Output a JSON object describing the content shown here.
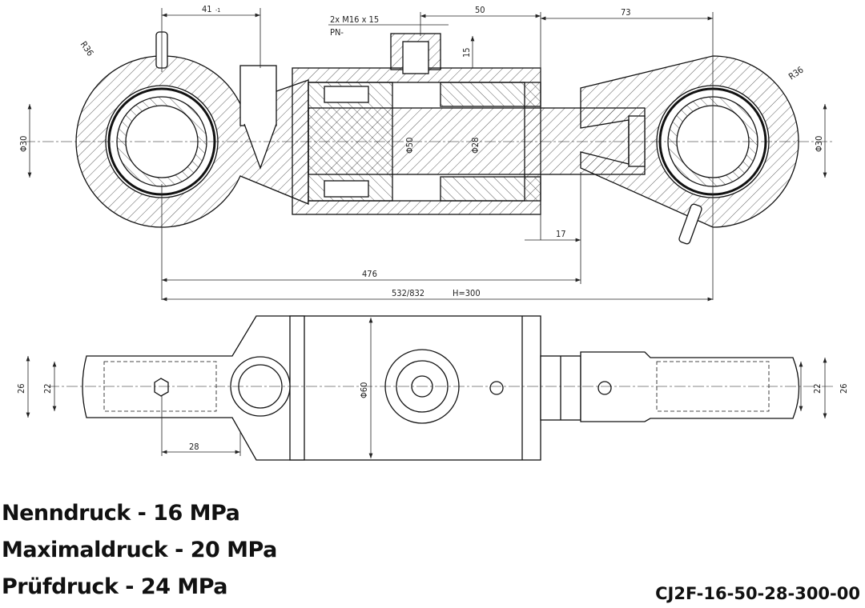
{
  "drawing": {
    "top_view": {
      "dim_41": "41",
      "dim_41_tol": "-1",
      "port_note_1": "2x M16 x 15",
      "port_note_2": "PN-",
      "dim_50": "50",
      "dim_73": "73",
      "radius_left": "R36",
      "radius_right": "R36",
      "dia_left": "Φ30",
      "dia_right": "Φ30",
      "dim_15": "15",
      "dia_piston": "Φ50",
      "dia_rod": "Φ28",
      "dim_17": "17",
      "dim_476": "476",
      "dim_532": "532/832",
      "stroke": "H=300"
    },
    "side_view": {
      "left_26": "26",
      "left_22": "22",
      "dia_body": "Φ60",
      "right_22": "22",
      "right_26": "26",
      "dim_28": "28"
    }
  },
  "specs": [
    {
      "label": "Nenndruck - 16 MPa"
    },
    {
      "label": "Maximaldruck - 20 MPa"
    },
    {
      "label": "Prüfdruck - 24 MPa"
    }
  ],
  "part_number": "CJ2F-16-50-28-300-00"
}
